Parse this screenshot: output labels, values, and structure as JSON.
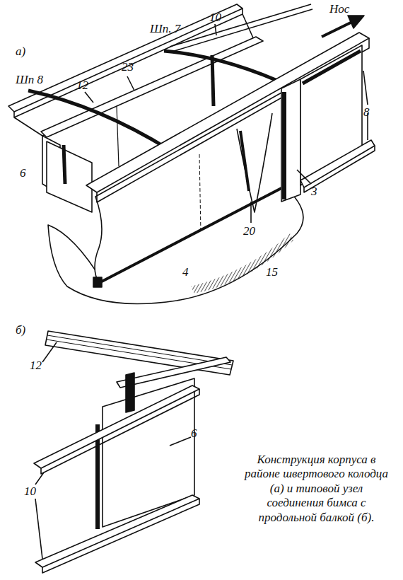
{
  "diagram": {
    "caption": "Конструкция корпуса в районе швертового колодца (а) и типовой узел соединения бимса с продольной балкой (б).",
    "labels": [
      "а)",
      "Шп 8",
      "Шп. 7",
      "Нос",
      "10",
      "12",
      "23",
      "6",
      "8",
      "3",
      "20",
      "15",
      "4",
      "б)",
      "12",
      "6",
      "10"
    ]
  }
}
